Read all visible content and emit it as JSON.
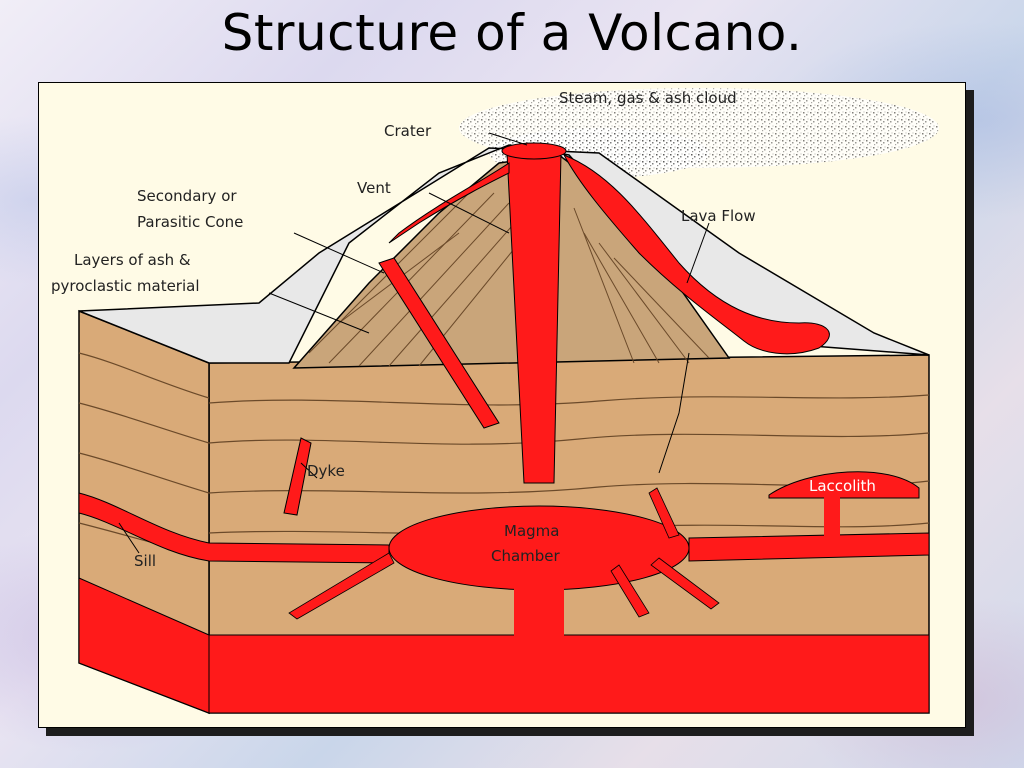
{
  "slide": {
    "title": "Structure of a Volcano."
  },
  "diagram": {
    "labels": {
      "steam_cloud": "Steam, gas & ash cloud",
      "crater": "Crater",
      "vent": "Vent",
      "secondary_cone_line1": "Secondary or",
      "secondary_cone_line2": "Parasitic Cone",
      "layers_line1": "Layers of ash &",
      "layers_line2": "pyroclastic material",
      "lava_flow": "Lava Flow",
      "dyke": "Dyke",
      "laccolith": "Laccolith",
      "magma_line1": "Magma",
      "magma_line2": "Chamber",
      "sill": "Sill"
    },
    "colors": {
      "magma": "#ff1a1a",
      "rock": "#d9aa78",
      "cone": "#c9a57a",
      "snow": "#e6e6e6",
      "background": "#fffbe6"
    }
  }
}
